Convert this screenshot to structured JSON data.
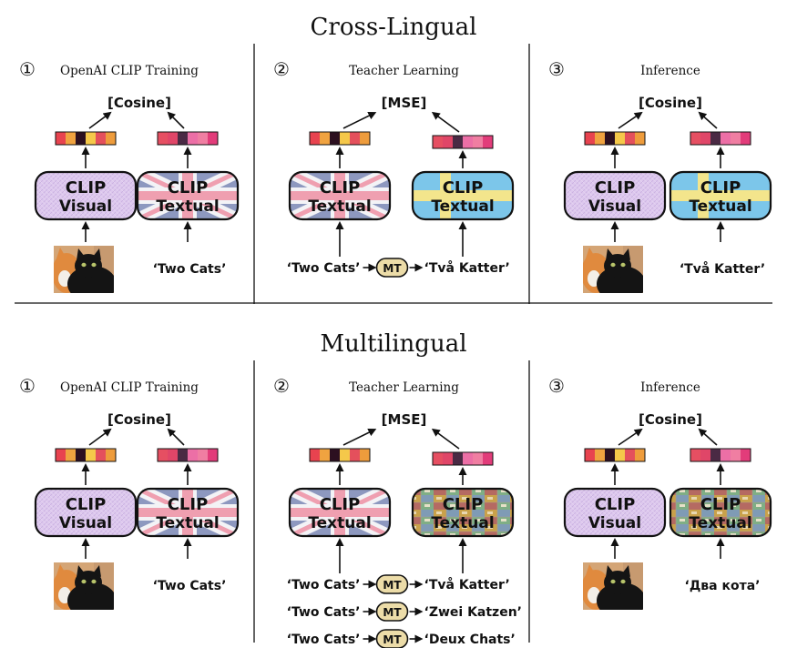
{
  "sections": [
    {
      "title": "Cross-Lingual",
      "panels": [
        {
          "num": "①",
          "label": "OpenAI  CLIP Training",
          "loss": "[Cosine]",
          "left_model": {
            "line1": "CLIP",
            "line2": "Visual",
            "style": "visual"
          },
          "right_model": {
            "line1": "CLIP",
            "line2": "Textual",
            "style": "uk"
          },
          "input": {
            "type": "image-text",
            "text": "‘Two Cats’"
          }
        },
        {
          "num": "②",
          "label": "Teacher Learning",
          "loss": "[MSE]",
          "left_model": {
            "line1": "CLIP",
            "line2": "Textual",
            "style": "uk"
          },
          "right_model": {
            "line1": "CLIP",
            "line2": "Textual",
            "style": "sweden"
          },
          "input": {
            "type": "mt",
            "rows": [
              {
                "source": "‘Two Cats’",
                "mt": "MT",
                "target": "‘Två Katter’"
              }
            ]
          }
        },
        {
          "num": "③",
          "label": "Inference",
          "loss": "[Cosine]",
          "left_model": {
            "line1": "CLIP",
            "line2": "Visual",
            "style": "visual"
          },
          "right_model": {
            "line1": "CLIP",
            "line2": "Textual",
            "style": "sweden"
          },
          "input": {
            "type": "image-text",
            "text": "‘Två Katter’"
          }
        }
      ]
    },
    {
      "title": "Multilingual",
      "panels": [
        {
          "num": "①",
          "label": "OpenAI  CLIP Training",
          "loss": "[Cosine]",
          "left_model": {
            "line1": "CLIP",
            "line2": "Visual",
            "style": "visual"
          },
          "right_model": {
            "line1": "CLIP",
            "line2": "Textual",
            "style": "uk"
          },
          "input": {
            "type": "image-text",
            "text": "‘Two Cats’"
          }
        },
        {
          "num": "②",
          "label": "Teacher Learning",
          "loss": "[MSE]",
          "left_model": {
            "line1": "CLIP",
            "line2": "Textual",
            "style": "uk"
          },
          "right_model": {
            "line1": "CLIP",
            "line2": "Textual",
            "style": "multi"
          },
          "input": {
            "type": "mt",
            "rows": [
              {
                "source": "‘Two Cats’",
                "mt": "MT",
                "target": "‘Två Katter’"
              },
              {
                "source": "‘Two Cats’",
                "mt": "MT",
                "target": "‘Zwei Katzen’"
              },
              {
                "source": "‘Two Cats’",
                "mt": "MT",
                "target": "‘Deux Chats’"
              }
            ]
          }
        },
        {
          "num": "③",
          "label": "Inference",
          "loss": "[Cosine]",
          "left_model": {
            "line1": "CLIP",
            "line2": "Visual",
            "style": "visual"
          },
          "right_model": {
            "line1": "CLIP",
            "line2": "Textual",
            "style": "multi"
          },
          "input": {
            "type": "image-text",
            "text": "‘Два кота’"
          }
        }
      ]
    }
  ],
  "colors": {
    "visual_fill": "#ddc8ee",
    "uk_blue": "#8d98bf",
    "uk_red": "#ef9fb0",
    "sweden_blue": "#7cc6ea",
    "sweden_yellow": "#f3e58c",
    "mt_fill": "#ecdca8",
    "embedding_left": [
      "#e8434f",
      "#f0a340",
      "#2c1020",
      "#f5c84a",
      "#e4505c",
      "#ee9c3c"
    ],
    "embedding_right": [
      "#e64f62",
      "#e04668",
      "#4a2a44",
      "#ec6fa6",
      "#f07ea2",
      "#e23c7a"
    ]
  }
}
